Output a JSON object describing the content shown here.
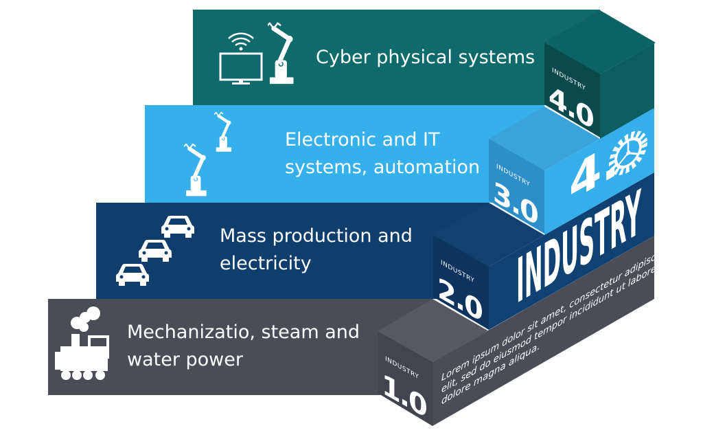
{
  "colors": {
    "teal": "#0e6a6b",
    "light_blue": "#36b0ea",
    "navy": "#0f3e6c",
    "gray": "#4a4d58"
  },
  "bands": [
    {
      "level": "4.0",
      "lines": [
        "Cyber physical systems"
      ],
      "icons": [
        "monitor-wifi-icon",
        "robot-arm-icon"
      ]
    },
    {
      "level": "3.0",
      "lines": [
        "Electronic and IT",
        "systems, automation"
      ],
      "icons": [
        "robot-arm-icon",
        "robot-arm-icon"
      ]
    },
    {
      "level": "2.0",
      "lines": [
        "Mass production and",
        "electricity"
      ],
      "icons": [
        "car-icon",
        "car-icon",
        "car-icon"
      ]
    },
    {
      "level": "1.0",
      "lines": [
        "Mechanizatio, steam and",
        "water power"
      ],
      "icons": [
        "steam-train-icon"
      ]
    }
  ],
  "cube_label": "INDUSTRY",
  "side": {
    "big_number": "4.",
    "big_word": "INDUSTRY",
    "gear_icon": "gear-icon",
    "lorem_lines": [
      "Lorem ipsum dolor sit amet, consectetur adipiscing",
      "elit, sed do eiusmod tempor incididunt ut labore et",
      "dolore magna aliqua."
    ]
  }
}
